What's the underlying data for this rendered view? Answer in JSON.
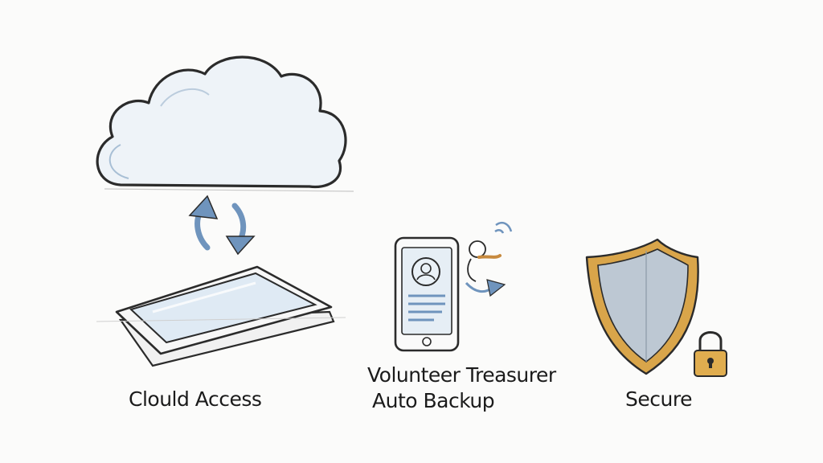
{
  "captions": {
    "cloud_access": "Clould Access",
    "volunteer_treasurer": "Volunteer Treasurer",
    "auto_backup": "Auto Backup",
    "secure": "Secure"
  },
  "colors": {
    "sketch_ink": "#2b2b2b",
    "sync_arrow_blue": "#6f94bd",
    "cloud_fill": "#eef3f8",
    "screen_blue": "#dfeaf4",
    "shield_gold": "#d9a54a",
    "shield_silver": "#bdc8d3",
    "lock_gold": "#e0ad4f"
  },
  "icons": [
    "cloud-icon",
    "sync-arrows-icon",
    "tablet-icon",
    "phone-icon",
    "user-avatar-icon",
    "wifi-signal-icon",
    "transfer-arrow-icon",
    "shield-icon",
    "padlock-icon"
  ]
}
